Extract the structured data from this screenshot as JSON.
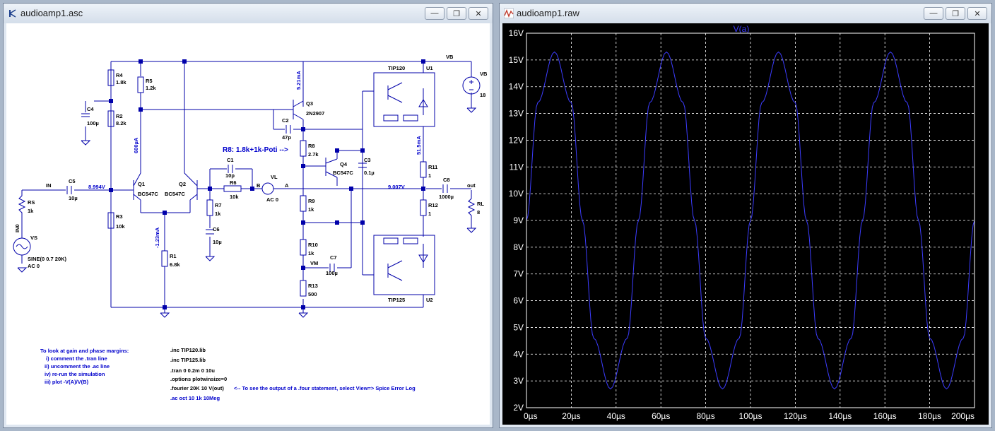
{
  "schematic_window": {
    "title": "audioamp1.asc",
    "components": {
      "r4": {
        "name": "R4",
        "value": "1.8k"
      },
      "r5": {
        "name": "R5",
        "value": "1.2k"
      },
      "r2": {
        "name": "R2",
        "value": "8.2k"
      },
      "r3": {
        "name": "R3",
        "value": "10k"
      },
      "r1": {
        "name": "R1",
        "value": "6.8k"
      },
      "r7": {
        "name": "R7",
        "value": "1k"
      },
      "r6": {
        "name": "R6",
        "value": "10k"
      },
      "r8": {
        "name": "R8",
        "value": "2.7k"
      },
      "r9": {
        "name": "R9",
        "value": "1k"
      },
      "r10": {
        "name": "R10",
        "value": "1k"
      },
      "r13": {
        "name": "R13",
        "value": "500"
      },
      "r11": {
        "name": "R11",
        "value": "1"
      },
      "r12": {
        "name": "R12",
        "value": "1"
      },
      "rs": {
        "name": "RS",
        "value": "1k"
      },
      "rl": {
        "name": "RL",
        "value": "8"
      },
      "c4": {
        "name": "C4",
        "value": "100µ"
      },
      "c5": {
        "name": "C5",
        "value": "10µ"
      },
      "c1": {
        "name": "C1",
        "value": "10p"
      },
      "c2": {
        "name": "C2",
        "value": "47p"
      },
      "c6": {
        "name": "C6",
        "value": "10µ"
      },
      "c3": {
        "name": "C3",
        "value": "0.1µ"
      },
      "c7": {
        "name": "C7",
        "value": "100µ"
      },
      "c8": {
        "name": "C8",
        "value": "1000µ"
      },
      "q1": {
        "name": "Q1",
        "value": "BC547C"
      },
      "q2": {
        "name": "Q2",
        "value": "BC547C"
      },
      "q3": {
        "name": "Q3",
        "value": "2N2907"
      },
      "q4": {
        "name": "Q4",
        "value": "BC547C"
      },
      "u1": {
        "name": "U1",
        "value": "TIP120"
      },
      "u2": {
        "name": "U2",
        "value": "TIP125"
      },
      "vb": {
        "name": "VB",
        "value": "18"
      },
      "vs": {
        "name": "VS",
        "value": "SINE(0 0.7 20K)",
        "ac": "AC 0"
      },
      "vl": {
        "name": "VL",
        "value": "AC 0"
      }
    },
    "nets": {
      "in": "IN",
      "vb": "VB",
      "out": "out",
      "vm": "VM",
      "a": "A",
      "b": "B",
      "in0": "IN0"
    },
    "annotations": {
      "v_in": "8.994V",
      "v_out": "9.007V",
      "i_q3": "5.21mA",
      "i_q1": "600µA",
      "i_tail": "-1.23mA",
      "i_out": "51.5mA",
      "r8_note": "R8: 1.8k+1k-Poti -->"
    },
    "comment_lines": [
      "To look at gain and phase margins:",
      "i) comment the .tran line",
      "ii) uncomment the .ac line",
      "iv) re-run the simulation",
      "iii) plot -V(A)/V(B)"
    ],
    "directives": [
      ".inc TIP120.lib",
      ".inc TIP125.lib",
      ".tran 0 0.2m 0 10u",
      ".options plotwinsize=0",
      ".fourier 20K 10 V(out)",
      ".ac oct 10 1k 10Meg"
    ],
    "fourier_note": "<-- To see the output of a .four statement, select View=> Spice Error Log"
  },
  "plot_window": {
    "title": "audioamp1.raw",
    "trace_label": "V(a)",
    "colors": {
      "background": "#000000",
      "grid": "#ffffff",
      "trace": "#3c3cff",
      "axis_text": "#ffffff"
    },
    "y_ticks": [
      "16V",
      "15V",
      "14V",
      "13V",
      "12V",
      "11V",
      "10V",
      "9V",
      "8V",
      "7V",
      "6V",
      "5V",
      "4V",
      "3V",
      "2V"
    ],
    "x_ticks": [
      "0µs",
      "20µs",
      "40µs",
      "60µs",
      "80µs",
      "100µs",
      "120µs",
      "140µs",
      "160µs",
      "180µs",
      "200µs"
    ]
  },
  "chart_data": {
    "type": "line",
    "title": "V(a)",
    "xlabel": "",
    "ylabel": "",
    "xlim": [
      0,
      200
    ],
    "ylim": [
      2,
      16
    ],
    "x_unit": "µs",
    "y_unit": "V",
    "grid": true,
    "series": [
      {
        "name": "V(a)",
        "x": [
          0,
          5,
          12.5,
          20,
          25,
          30,
          37.5,
          45,
          50,
          55,
          62.5,
          70,
          75,
          80,
          87.5,
          95,
          100,
          105,
          112.5,
          120,
          125,
          130,
          137.5,
          145,
          150,
          155,
          162.5,
          170,
          175,
          180,
          187.5,
          195,
          200
        ],
        "y": [
          9.0,
          13.4,
          15.3,
          13.4,
          9.0,
          4.6,
          2.7,
          4.6,
          9.0,
          13.4,
          15.3,
          13.4,
          9.0,
          4.6,
          2.7,
          4.6,
          9.0,
          13.4,
          15.3,
          13.4,
          9.0,
          4.6,
          2.7,
          4.6,
          9.0,
          13.4,
          15.3,
          13.4,
          9.0,
          4.6,
          2.7,
          4.6,
          9.0
        ]
      }
    ]
  }
}
